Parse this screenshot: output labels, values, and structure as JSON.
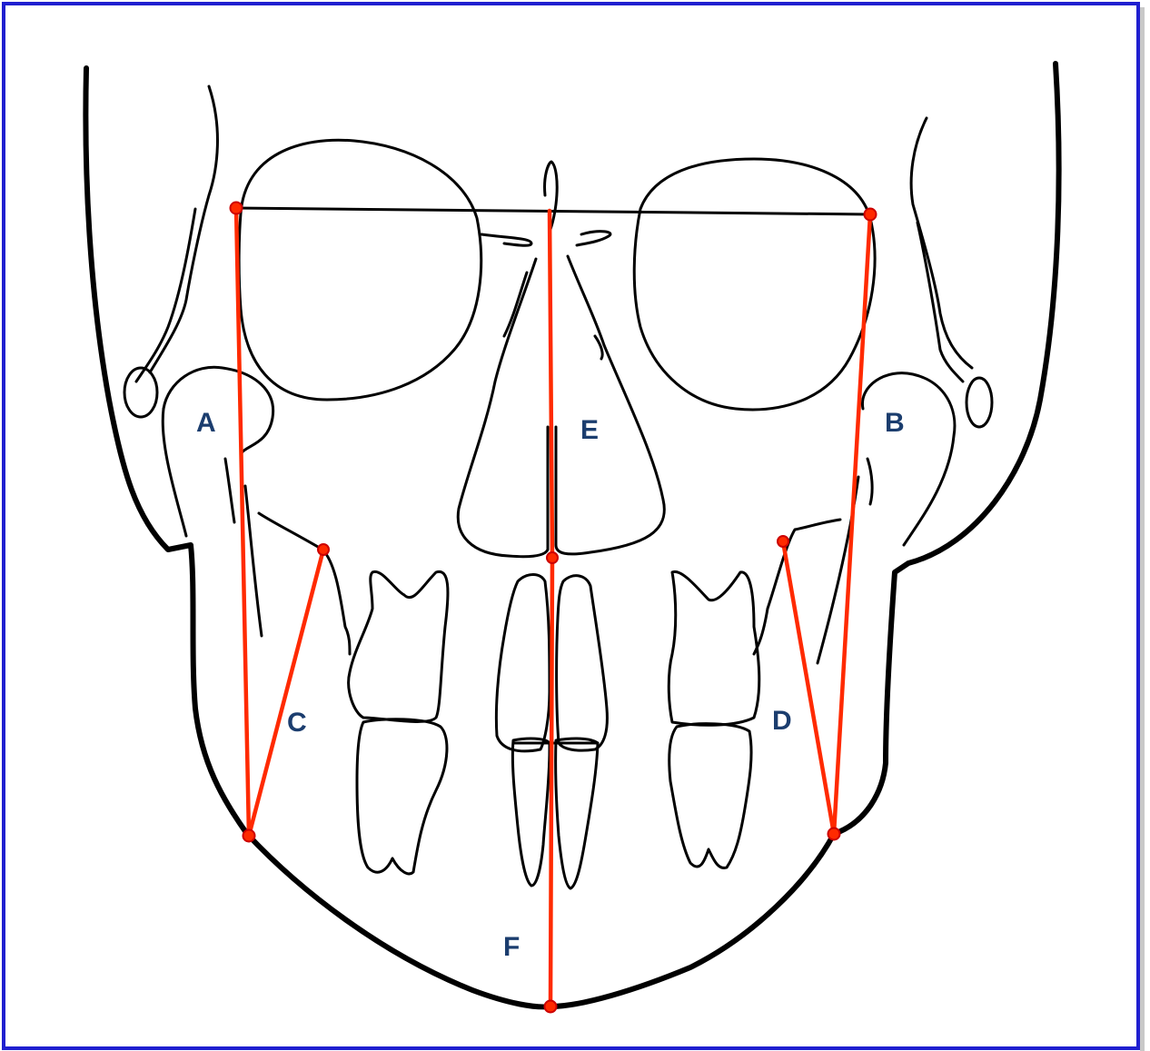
{
  "colors": {
    "border": "#1f1fd0",
    "outline": "#000000",
    "measure": "#ff2a00",
    "point_fill": "#ff2a00",
    "point_stroke": "#cc0000",
    "label": "#1b3d6e"
  },
  "labels": {
    "a": "A",
    "b": "B",
    "c": "C",
    "d": "D",
    "e": "E",
    "f": "F"
  }
}
